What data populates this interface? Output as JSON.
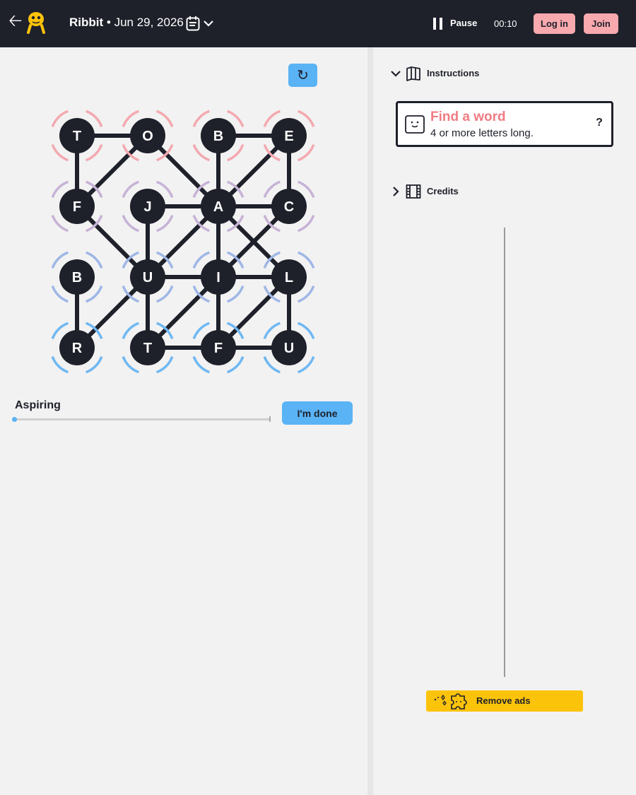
{
  "header": {
    "app_name": "Ribbit",
    "separator": " • ",
    "date": "Jun 29, 2026",
    "pause_label": "Pause",
    "timer": "00:10",
    "login_label": "Log in",
    "join_label": "Join",
    "icons": [
      "back-arrow-icon",
      "mascot-logo-icon",
      "calendar-icon",
      "chevron-down-icon",
      "pause-icon"
    ]
  },
  "board": {
    "refresh_icon": "↻",
    "tiles": [
      {
        "row": 0,
        "col": 0,
        "letter": "T",
        "ring_color": "#f4a9b0"
      },
      {
        "row": 0,
        "col": 1,
        "letter": "O",
        "ring_color": "#f4a9b0"
      },
      {
        "row": 0,
        "col": 2,
        "letter": "B",
        "ring_color": "#f4a9b0"
      },
      {
        "row": 0,
        "col": 3,
        "letter": "E",
        "ring_color": "#f4a9b0"
      },
      {
        "row": 1,
        "col": 0,
        "letter": "F",
        "ring_color": "#c7b3d6"
      },
      {
        "row": 1,
        "col": 1,
        "letter": "J",
        "ring_color": "#c7b3d6"
      },
      {
        "row": 1,
        "col": 2,
        "letter": "A",
        "ring_color": "#c7b3d6"
      },
      {
        "row": 1,
        "col": 3,
        "letter": "C",
        "ring_color": "#c7b3d6"
      },
      {
        "row": 2,
        "col": 0,
        "letter": "B",
        "ring_color": "#9fb7e6"
      },
      {
        "row": 2,
        "col": 1,
        "letter": "U",
        "ring_color": "#9fb7e6"
      },
      {
        "row": 2,
        "col": 2,
        "letter": "I",
        "ring_color": "#9fb7e6"
      },
      {
        "row": 2,
        "col": 3,
        "letter": "L",
        "ring_color": "#9fb7e6"
      },
      {
        "row": 3,
        "col": 0,
        "letter": "R",
        "ring_color": "#6fb8f3"
      },
      {
        "row": 3,
        "col": 1,
        "letter": "T",
        "ring_color": "#6fb8f3"
      },
      {
        "row": 3,
        "col": 2,
        "letter": "F",
        "ring_color": "#6fb8f3"
      },
      {
        "row": 3,
        "col": 3,
        "letter": "U",
        "ring_color": "#6fb8f3"
      }
    ],
    "links": [
      [
        [
          0,
          0
        ],
        [
          0,
          1
        ]
      ],
      [
        [
          0,
          0
        ],
        [
          1,
          0
        ]
      ],
      [
        [
          0,
          1
        ],
        [
          1,
          0
        ]
      ],
      [
        [
          0,
          1
        ],
        [
          1,
          2
        ]
      ],
      [
        [
          0,
          2
        ],
        [
          0,
          3
        ]
      ],
      [
        [
          0,
          2
        ],
        [
          1,
          2
        ]
      ],
      [
        [
          0,
          3
        ],
        [
          1,
          2
        ]
      ],
      [
        [
          0,
          3
        ],
        [
          1,
          3
        ]
      ],
      [
        [
          1,
          0
        ],
        [
          2,
          1
        ]
      ],
      [
        [
          1,
          1
        ],
        [
          1,
          2
        ]
      ],
      [
        [
          1,
          1
        ],
        [
          2,
          1
        ]
      ],
      [
        [
          1,
          2
        ],
        [
          1,
          3
        ]
      ],
      [
        [
          1,
          2
        ],
        [
          2,
          1
        ]
      ],
      [
        [
          1,
          2
        ],
        [
          2,
          2
        ]
      ],
      [
        [
          1,
          2
        ],
        [
          2,
          3
        ]
      ],
      [
        [
          1,
          3
        ],
        [
          2,
          2
        ]
      ],
      [
        [
          2,
          0
        ],
        [
          3,
          0
        ]
      ],
      [
        [
          2,
          1
        ],
        [
          2,
          2
        ]
      ],
      [
        [
          2,
          1
        ],
        [
          3,
          0
        ]
      ],
      [
        [
          2,
          1
        ],
        [
          3,
          1
        ]
      ],
      [
        [
          2,
          2
        ],
        [
          2,
          3
        ]
      ],
      [
        [
          2,
          2
        ],
        [
          3,
          1
        ]
      ],
      [
        [
          2,
          2
        ],
        [
          3,
          2
        ]
      ],
      [
        [
          2,
          3
        ],
        [
          3,
          2
        ]
      ],
      [
        [
          2,
          3
        ],
        [
          3,
          3
        ]
      ],
      [
        [
          3,
          1
        ],
        [
          3,
          2
        ]
      ],
      [
        [
          3,
          2
        ],
        [
          3,
          3
        ]
      ]
    ]
  },
  "progress": {
    "rank_label": "Aspiring",
    "score_fraction": 0,
    "done_label": "I'm done"
  },
  "sidebar": {
    "instructions_label": "Instructions",
    "credits_label": "Credits",
    "card_title": "Find a word",
    "card_subtitle": "4 or more letters long.",
    "help_label": "?",
    "remove_ads_label": "Remove ads",
    "icons": [
      "book-icon",
      "film-icon",
      "face-icon",
      "puzzle-icon"
    ]
  }
}
